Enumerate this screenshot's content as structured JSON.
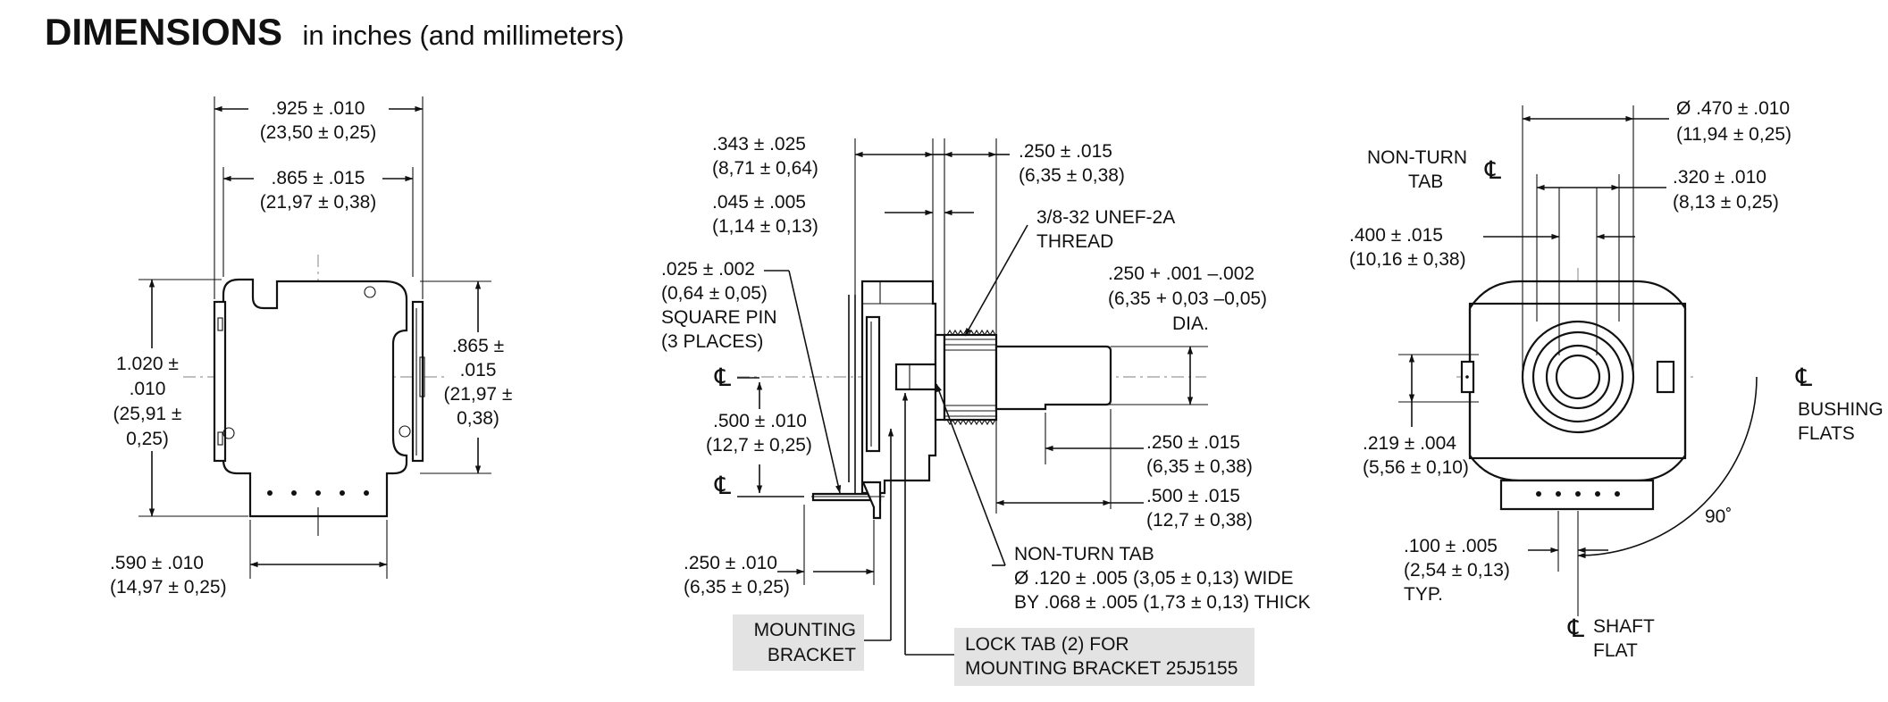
{
  "title": {
    "main": "DIMENSIONS",
    "sub": "in inches (and millimeters)"
  },
  "views": {
    "front": {
      "width_outer": [
        ".925 ± .010",
        "(23,50 ± 0,25)"
      ],
      "width_inner": [
        ".865 ± .015",
        "(21,97 ± 0,38)"
      ],
      "height_left": [
        "1.020 ±",
        ".010",
        "(25,91 ±",
        "0,25)"
      ],
      "height_right": [
        ".865 ±",
        ".015",
        "(21,97 ±",
        "0,38)"
      ],
      "bottom_tab": [
        ".590 ± .010",
        "(14,97 ± 0,25)"
      ]
    },
    "side": {
      "pin": [
        ".025 ± .002",
        "(0,64 ± 0,05)",
        "SQUARE PIN",
        "(3 PLACES)"
      ],
      "d343": [
        ".343 ± .025",
        "(8,71 ± 0,64)"
      ],
      "d045": [
        ".045 ± .005",
        "(1,14 ± 0,13)"
      ],
      "d250_top": [
        ".250 ± .015",
        "(6,35 ± 0,38)"
      ],
      "thread": [
        "3/8-32 UNEF-2A",
        "THREAD"
      ],
      "dia": [
        ".250 + .001 –.002",
        "(6,35 + 0,03 –0,05)",
        "DIA."
      ],
      "d500_left": [
        ".500 ± .010",
        "(12,7 ± 0,25)"
      ],
      "d250_right": [
        ".250 ± .015",
        "(6,35 ± 0,38)"
      ],
      "d500_right": [
        ".500 ± .015",
        "(12,7 ± 0,38)"
      ],
      "d250_bottom": [
        ".250 ± .010",
        "(6,35 ± 0,25)"
      ],
      "non_turn_tab": [
        "NON-TURN TAB",
        "Ø .120 ± .005 (3,05 ± 0,13) WIDE",
        "BY .068 ± .005 (1,73 ± 0,13) THICK"
      ],
      "mounting_bracket": [
        "MOUNTING",
        "BRACKET"
      ],
      "lock_tab": [
        "LOCK TAB (2) FOR",
        "MOUNTING BRACKET 25J5155"
      ],
      "cl_symbol": "℄"
    },
    "end": {
      "non_turn_tab": [
        "NON-TURN",
        "TAB"
      ],
      "d470": [
        "Ø .470 ± .010",
        "(11,94 ± 0,25)"
      ],
      "d320": [
        ".320 ± .010",
        "(8,13 ± 0,25)"
      ],
      "d400": [
        ".400 ± .015",
        "(10,16 ± 0,38)"
      ],
      "d219": [
        ".219 ± .004",
        "(5,56 ± 0,10)"
      ],
      "bushing_flats": [
        "BUSHING",
        "FLATS"
      ],
      "angle": "90˚",
      "d100": [
        ".100 ± .005",
        "(2,54 ± 0,13)",
        "TYP."
      ],
      "shaft_flat": [
        "SHAFT",
        "FLAT"
      ],
      "cl_symbol": "℄"
    }
  }
}
